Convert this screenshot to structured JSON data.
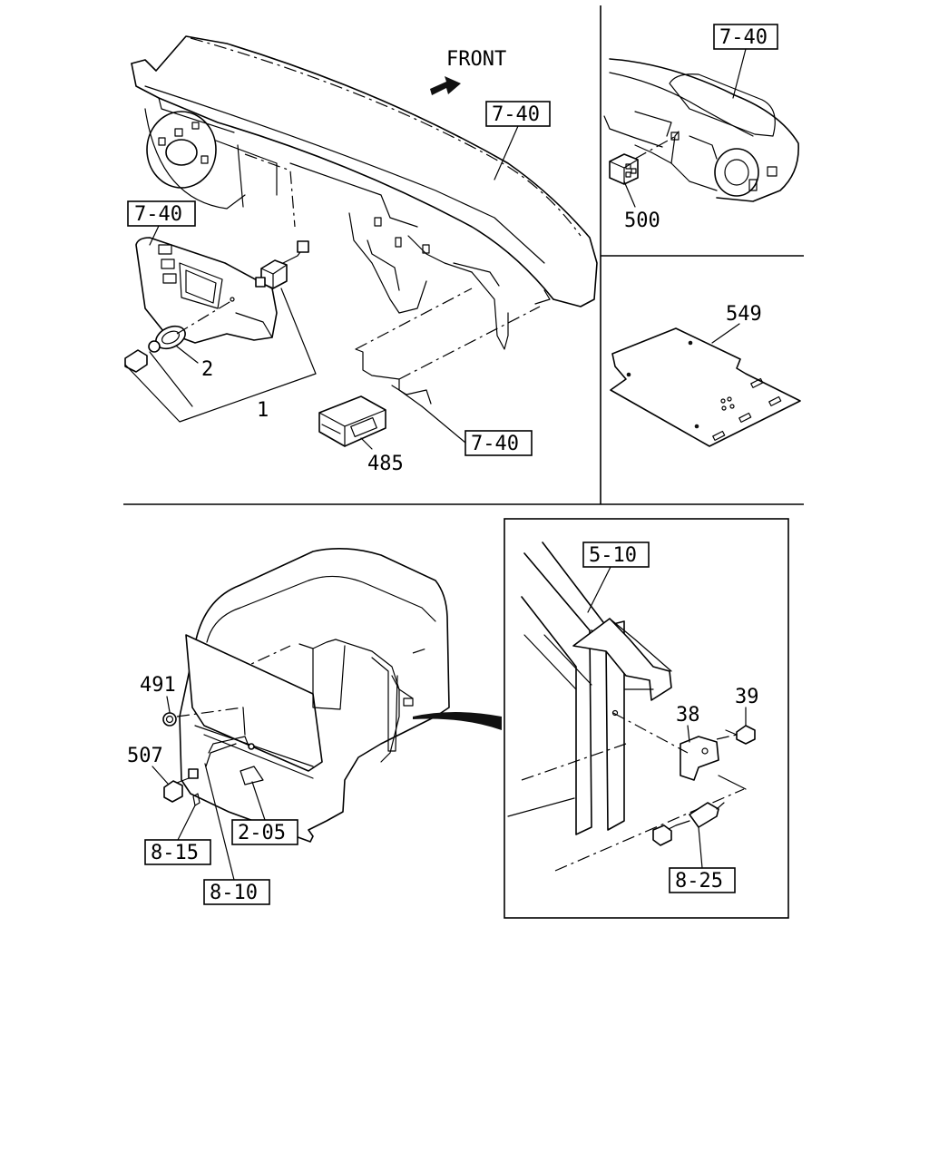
{
  "direction_label": "FRONT",
  "refs": {
    "r740_top": "7-40",
    "r740_panel": "7-40",
    "r740_right": "7-40",
    "r740_box": "7-40",
    "r510": "5-10",
    "r815": "8-15",
    "r205": "2-05",
    "r810": "8-10",
    "r825": "8-25"
  },
  "parts": {
    "p1": "1",
    "p2": "2",
    "p485": "485",
    "p500": "500",
    "p549": "549",
    "p491": "491",
    "p507": "507",
    "p38": "38",
    "p39": "39"
  }
}
